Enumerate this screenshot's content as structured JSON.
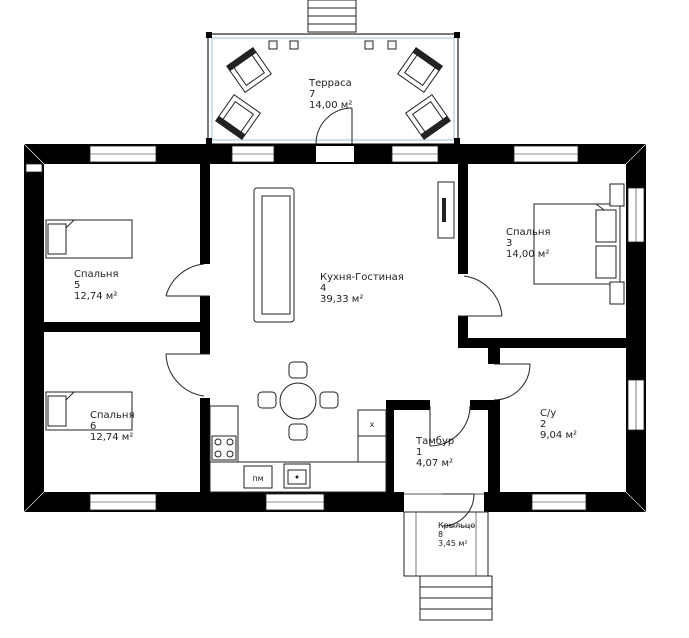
{
  "rooms": [
    {
      "id": "terrace",
      "name": "Терраса",
      "number": "7",
      "area": "14,00 м²"
    },
    {
      "id": "bedroom5",
      "name": "Спальня",
      "number": "5",
      "area": "12,74 м²"
    },
    {
      "id": "kitchen",
      "name": "Кухня-Гостиная",
      "number": "4",
      "area": "39,33 м²"
    },
    {
      "id": "bedroom3",
      "name": "Спальня",
      "number": "3",
      "area": "14,00 м²"
    },
    {
      "id": "bedroom6",
      "name": "Спальня",
      "number": "6",
      "area": "12,74 м²"
    },
    {
      "id": "vestibule",
      "name": "Тамбур",
      "number": "1",
      "area": "4,07 м²"
    },
    {
      "id": "bathroom",
      "name": "С/у",
      "number": "2",
      "area": "9,04 м²"
    },
    {
      "id": "porch",
      "name": "Крыльцо",
      "number": "8",
      "area": "3,45 м²"
    }
  ],
  "appliances": {
    "fridge_label": "х",
    "dishwasher_label": "пм"
  }
}
